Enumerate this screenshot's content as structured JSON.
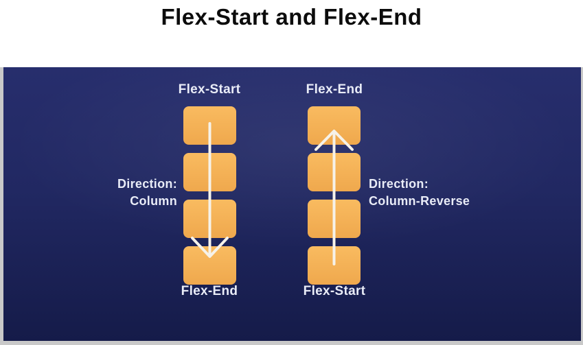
{
  "title": "Flex-Start and Flex-End",
  "colors": {
    "page_bg": "#ffffff",
    "title_text": "#0c0c0c",
    "panel_navy_top": "#272e6d",
    "panel_navy_mid": "#212862",
    "panel_navy_bottom": "#151b49",
    "box_orange_top": "#f9bb60",
    "box_orange_bottom": "#efa84d",
    "label_text": "#e9ecf7",
    "arrow": "#f6f2e9",
    "frame_edge": "#c9c9c9"
  },
  "diagram": {
    "left_column": {
      "top_label": "Flex-Start",
      "bottom_label": "Flex-End",
      "direction_line1": "Direction:",
      "direction_line2": "Column",
      "arrow_direction": "down",
      "box_count": 4
    },
    "right_column": {
      "top_label": "Flex-End",
      "bottom_label": "Flex-Start",
      "direction_line1": "Direction:",
      "direction_line2": "Column-Reverse",
      "arrow_direction": "up",
      "box_count": 4
    }
  }
}
